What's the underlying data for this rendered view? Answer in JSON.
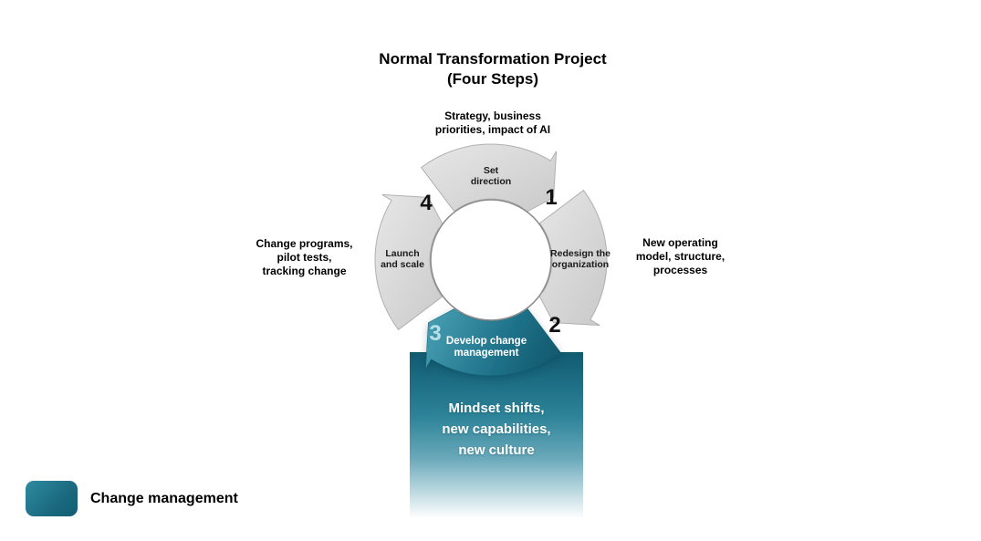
{
  "title": {
    "line1": "Normal Transformation Project",
    "line2": "(Four Steps)"
  },
  "diagram": {
    "steps": [
      {
        "number": "1",
        "name": "Set direction",
        "lines": [
          "Set",
          "direction"
        ],
        "highlighted": false
      },
      {
        "number": "2",
        "name": "Redesign the organization",
        "lines": [
          "Redesign the",
          "organization"
        ],
        "highlighted": false
      },
      {
        "number": "3",
        "name": "Develop change management",
        "lines": [
          "Develop change",
          "management"
        ],
        "highlighted": true
      },
      {
        "number": "4",
        "name": "Launch and scale",
        "lines": [
          "Launch",
          "and scale"
        ],
        "highlighted": false
      }
    ],
    "annotations": {
      "top": {
        "lines": [
          "Strategy, business",
          "priorities, impact of AI"
        ]
      },
      "right": {
        "lines": [
          "New operating",
          "model, structure,",
          "processes"
        ]
      },
      "left": {
        "lines": [
          "Change programs,",
          "pilot tests,",
          "tracking change"
        ]
      },
      "bottom": {
        "lines": [
          "Mindset shifts,",
          "new capabilities,",
          "new culture"
        ]
      }
    }
  },
  "legend": {
    "label": "Change management"
  },
  "colors": {
    "accent_teal": "#135d73",
    "accent_teal_light": "#3f97ab",
    "segment_gray": "#d9d9d9",
    "step3_number": "#b9dfe9",
    "text": "#000000",
    "background": "#ffffff"
  }
}
